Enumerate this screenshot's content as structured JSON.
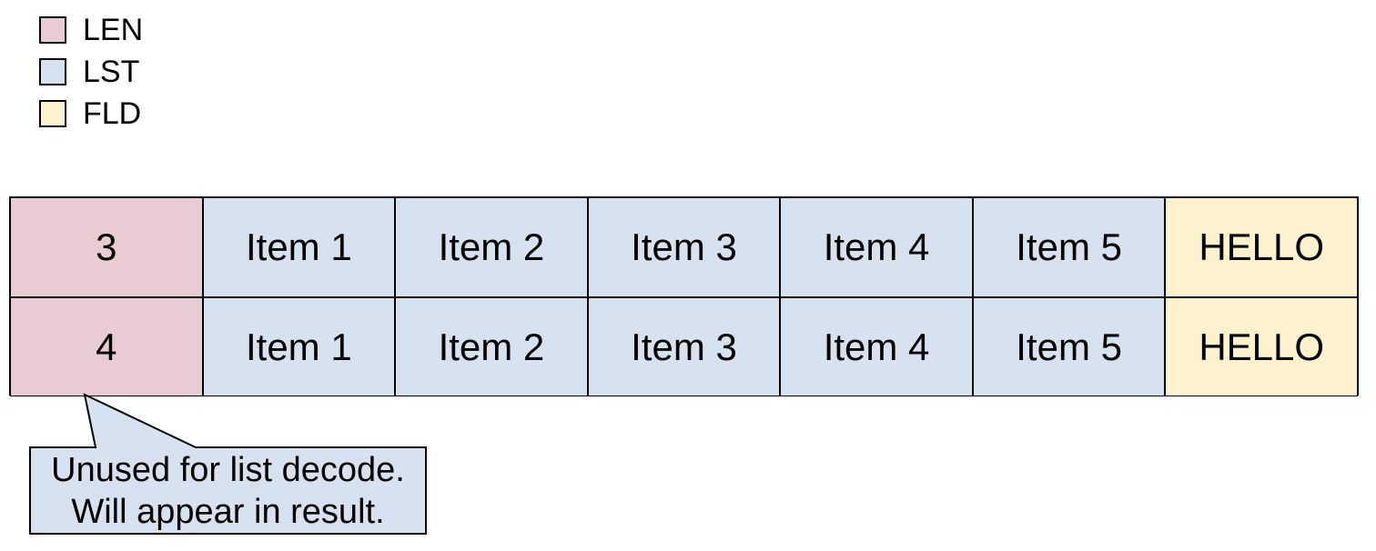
{
  "colors": {
    "len_fill": "#e8cbd3",
    "lst_fill": "#d6e2f0",
    "fld_fill": "#fdf2cd",
    "border": "#000000",
    "background": "#ffffff"
  },
  "legend": {
    "items": [
      {
        "id": "len",
        "label": "LEN"
      },
      {
        "id": "lst",
        "label": "LST"
      },
      {
        "id": "fld",
        "label": "FLD"
      }
    ]
  },
  "table": {
    "rows": [
      {
        "cells": [
          {
            "text": "3",
            "type": "len"
          },
          {
            "text": "Item 1",
            "type": "lst"
          },
          {
            "text": "Item 2",
            "type": "lst"
          },
          {
            "text": "Item 3",
            "type": "lst"
          },
          {
            "text": "Item 4",
            "type": "lst"
          },
          {
            "text": "Item 5",
            "type": "lst"
          },
          {
            "text": "HELLO",
            "type": "fld"
          }
        ]
      },
      {
        "cells": [
          {
            "text": "4",
            "type": "len"
          },
          {
            "text": "Item 1",
            "type": "lst"
          },
          {
            "text": "Item 2",
            "type": "lst"
          },
          {
            "text": "Item 3",
            "type": "lst"
          },
          {
            "text": "Item 4",
            "type": "lst"
          },
          {
            "text": "Item 5",
            "type": "lst"
          },
          {
            "text": "HELLO",
            "type": "fld"
          }
        ]
      }
    ]
  },
  "callout": {
    "lines": [
      "Unused for list decode.",
      "Will appear in result."
    ]
  }
}
